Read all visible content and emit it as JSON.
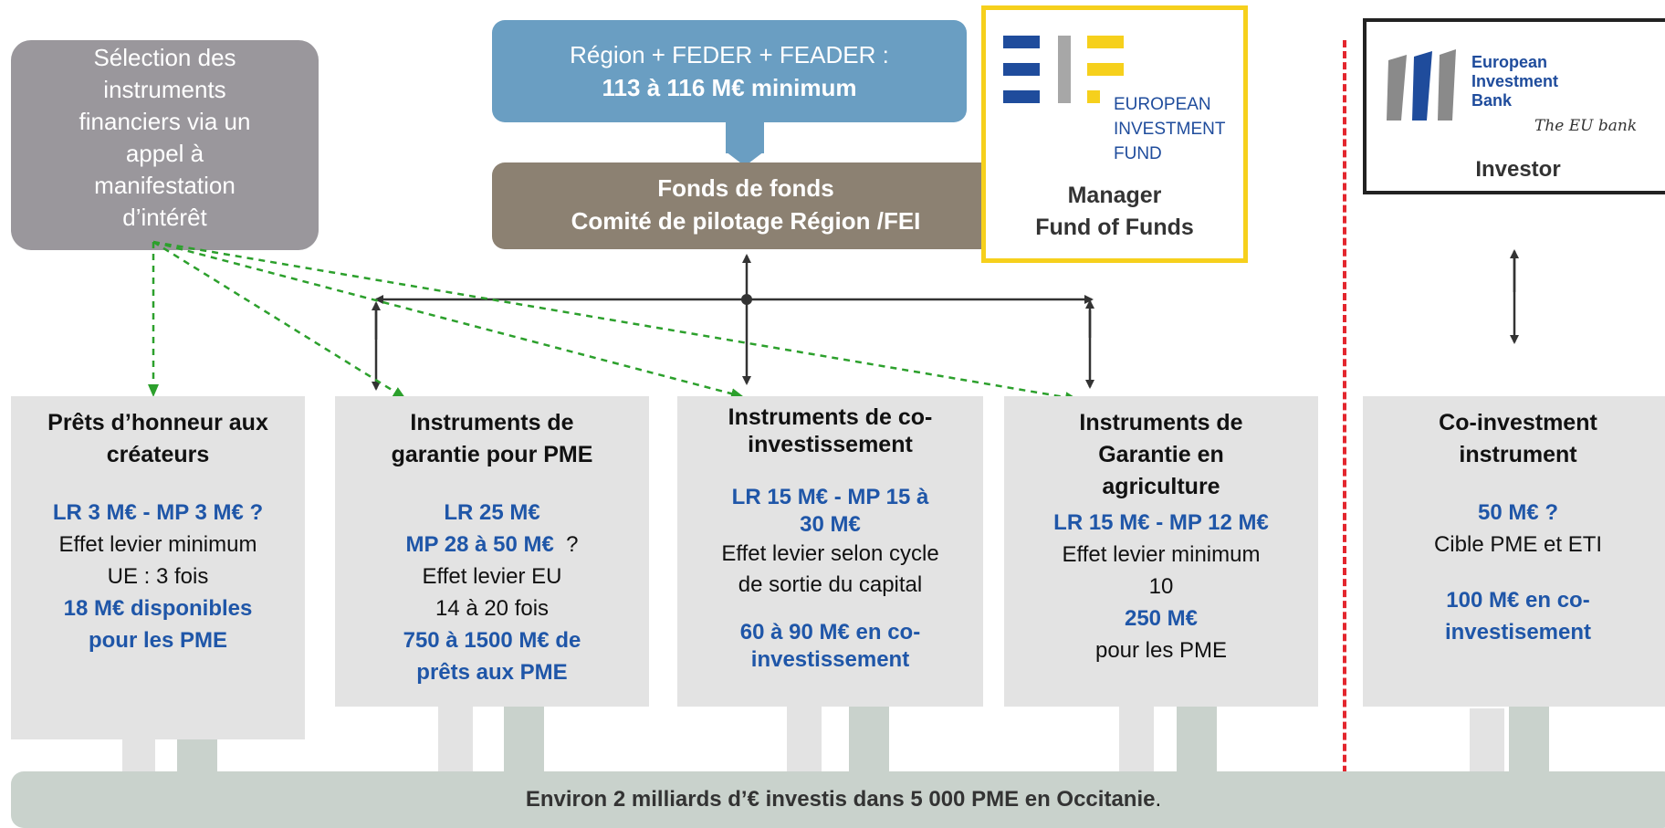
{
  "selection": {
    "lines": [
      "Sélection des",
      "instruments",
      "financiers via un",
      "appel à",
      "manifestation",
      "d’intérêt"
    ]
  },
  "region": {
    "line1": "Région + FEDER + FEADER :",
    "line2": "113 à 116 M€ minimum"
  },
  "fonds": {
    "line1": "Fonds de fonds",
    "line2": "Comité de pilotage Région /FEI"
  },
  "eif": {
    "logo_lines": [
      "EUROPEAN",
      "INVESTMENT",
      "FUND"
    ],
    "role_line1": "Manager",
    "role_line2": "Fund of Funds"
  },
  "eib": {
    "logo_lines": [
      "European",
      "Investment",
      "Bank"
    ],
    "tagline": "The EU bank",
    "role": "Investor"
  },
  "cards": [
    {
      "title": [
        "Prêts d’honneur aux",
        "créateurs"
      ],
      "amount": "LR 3 M€ - MP 3 M€ ?",
      "body": [
        "Effet levier minimum",
        "UE : 3 fois"
      ],
      "highlight": [
        "18 M€ disponibles",
        "pour les PME"
      ]
    },
    {
      "title": [
        "Instruments de",
        "garantie pour PME"
      ],
      "amount": "LR 25 M€",
      "amount2": "MP 28 à 50 M€",
      "amount2_suffix": "  ?",
      "body": [
        "Effet levier EU",
        "14 à 20 fois"
      ],
      "highlight": [
        "750 à 1500 M€ de",
        "prêts aux PME"
      ]
    },
    {
      "title": [
        "Instruments de co-",
        "investissement"
      ],
      "amount": [
        "LR 15 M€ - MP 15 à",
        "30 M€"
      ],
      "body": [
        "Effet levier selon cycle",
        "de sortie du capital"
      ],
      "highlight": [
        "60 à 90 M€ en co-",
        "investissement"
      ]
    },
    {
      "title": [
        "Instruments de",
        "Garantie en",
        "agriculture"
      ],
      "amount": "LR 15 M€ - MP 12 M€",
      "body": [
        "Effet levier minimum",
        "10"
      ],
      "highlight": "250 M€",
      "body2": "pour les PME"
    },
    {
      "title": [
        "Co-investment",
        "instrument"
      ],
      "amount": "50 M€ ?",
      "body": "Cible PME et ETI",
      "highlight": [
        "100 M€ en co-",
        "investisement"
      ]
    }
  ],
  "bottom": {
    "text": "Environ 2 milliards d’€ investis dans 5 000 PME en Occitanie",
    "suffix": "."
  },
  "colors": {
    "selection_bg": "#9a979c",
    "region_bg": "#6a9ec2",
    "fonds_bg": "#8c8172",
    "eif_border": "#f6d01c",
    "card_bg": "#e3e3e3",
    "bar_bg": "#c9d2cc",
    "highlight_text": "#1f56a8",
    "divider": "#e3262e",
    "green_arrow": "#2ca02c"
  }
}
